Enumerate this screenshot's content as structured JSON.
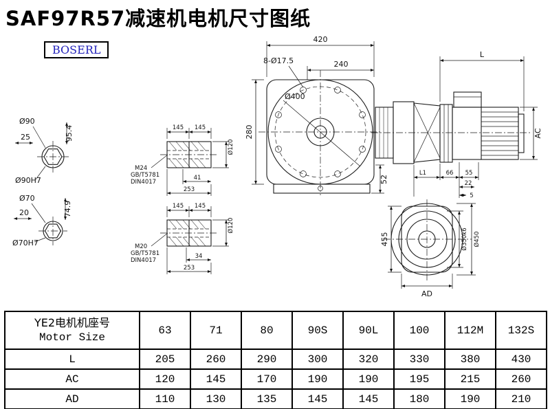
{
  "title": "SAF97R57减速机电机尺寸图纸",
  "logo": "BOSERL",
  "dims": {
    "front": {
      "w": "420",
      "holes": "8-Ø17.5",
      "c": "240",
      "bore": "Ø400",
      "h": "280",
      "foot": "52"
    },
    "side": {
      "L": "L",
      "AC": "AC",
      "L1": "L1",
      "a": "66",
      "b": "55",
      "c": "22",
      "d": "5"
    },
    "shaft90": {
      "d": "Ø90",
      "w": "25",
      "h": "95.4",
      "fit": "Ø90H7"
    },
    "shaft70": {
      "d": "Ø70",
      "w": "20",
      "h": "74.9",
      "fit": "Ø70H7"
    },
    "hollow24": {
      "a": "145",
      "b": "145",
      "od": "Ø120",
      "thr": "M24",
      "std1": "GB/T5781",
      "std2": "DIN4017",
      "dep": "41",
      "len": "253"
    },
    "hollow20": {
      "a": "145",
      "b": "145",
      "od": "Ø120",
      "thr": "M20",
      "std1": "GB/T5781",
      "std2": "DIN4017",
      "dep": "34",
      "len": "253"
    },
    "flange": {
      "h": "455",
      "spigot": "Ø350k6",
      "od": "Ø450",
      "AD": "AD"
    }
  },
  "table": {
    "header_cn": "YE2电机机座号",
    "header_en": "Motor Size",
    "sizes": [
      "63",
      "71",
      "80",
      "90S",
      "90L",
      "100",
      "112M",
      "132S"
    ],
    "rows": [
      {
        "label": "L",
        "values": [
          "205",
          "260",
          "290",
          "300",
          "320",
          "330",
          "380",
          "430"
        ]
      },
      {
        "label": "AC",
        "values": [
          "120",
          "145",
          "170",
          "190",
          "190",
          "195",
          "215",
          "260"
        ]
      },
      {
        "label": "AD",
        "values": [
          "110",
          "130",
          "135",
          "145",
          "145",
          "180",
          "190",
          "210"
        ]
      }
    ]
  }
}
